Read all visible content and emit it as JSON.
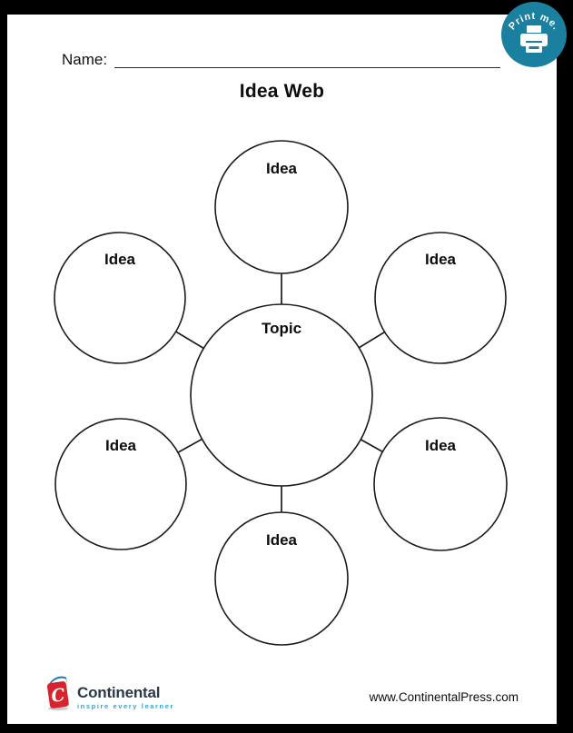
{
  "header": {
    "name_label": "Name:",
    "title": "Idea Web"
  },
  "print_badge": {
    "label": "Print me.",
    "icon": "printer-icon",
    "color": "#1B7F9F"
  },
  "diagram": {
    "center": {
      "label": "Topic"
    },
    "nodes": [
      {
        "position": "top",
        "label": "Idea"
      },
      {
        "position": "upper-left",
        "label": "Idea"
      },
      {
        "position": "upper-right",
        "label": "Idea"
      },
      {
        "position": "lower-left",
        "label": "Idea"
      },
      {
        "position": "lower-right",
        "label": "Idea"
      },
      {
        "position": "bottom",
        "label": "Idea"
      }
    ],
    "stroke_color": "#1A1A1A"
  },
  "footer": {
    "logo": {
      "icon": "book-logo-icon",
      "brand": "Continental",
      "tagline": "inspire every learner",
      "brand_color": "#2B3947",
      "tagline_color": "#2BA7DC",
      "book_red": "#D7232E",
      "book_blue": "#1C75BB"
    },
    "website": "www.ContinentalPress.com"
  }
}
